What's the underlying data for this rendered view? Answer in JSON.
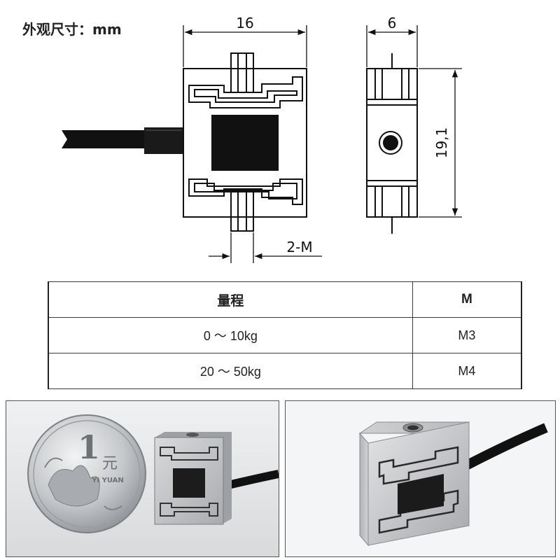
{
  "header": {
    "title": "外观尺寸：mm"
  },
  "dimensions": {
    "width": "16",
    "thickness": "6",
    "height": "19,1",
    "thread": "2-M"
  },
  "table": {
    "headers": [
      "量程",
      "M"
    ],
    "rows": [
      [
        "0 ～ 10kg",
        "M3"
      ],
      [
        "20 ～ 50kg",
        "M4"
      ]
    ]
  },
  "photos": {
    "coin_numeral": "1",
    "coin_char": "元",
    "coin_text": "YI YUAN"
  },
  "colors": {
    "line": "#111111",
    "sensor_metal": "#c9cacc",
    "sensor_dark": "#1a1a1a"
  }
}
